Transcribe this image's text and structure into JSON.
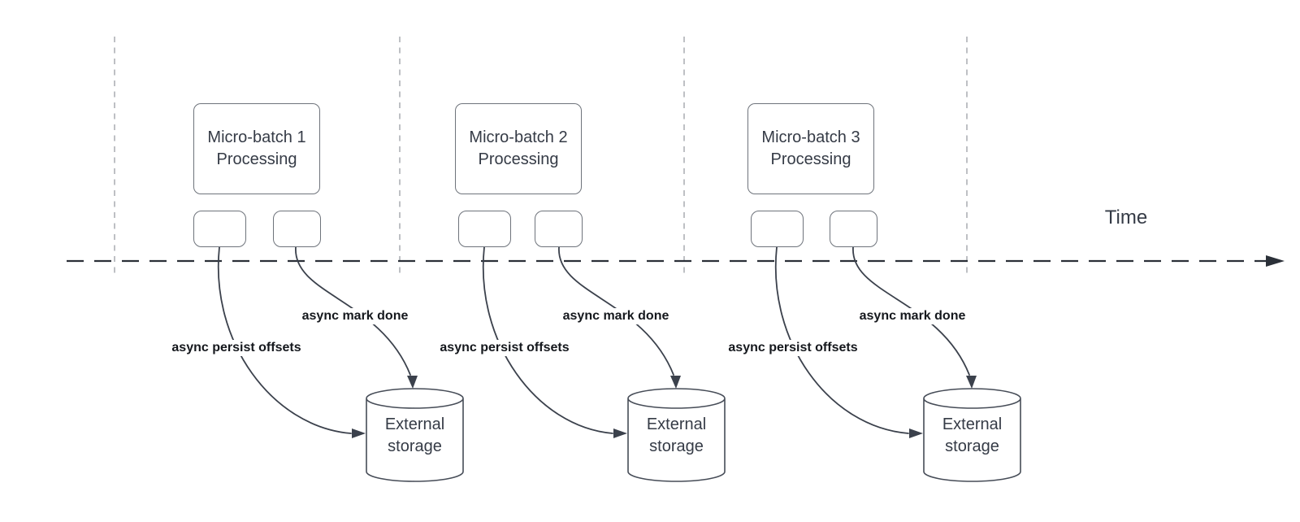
{
  "diagram": {
    "time_label": "Time",
    "colors": {
      "curve": "#3b414c",
      "timeline": "#2b3038",
      "guide": "#a8abb1",
      "box_border": "#6e737b",
      "box_text": "#353b46",
      "label_text": "#15181d",
      "cylinder_border": "#464c57"
    }
  },
  "groups": [
    {
      "title": "Micro-batch 1\nProcessing",
      "persist_label": "async persist offsets",
      "done_label": "async mark done",
      "storage_label": "External\nstorage"
    },
    {
      "title": "Micro-batch 2\nProcessing",
      "persist_label": "async persist offsets",
      "done_label": "async mark done",
      "storage_label": "External\nstorage"
    },
    {
      "title": "Micro-batch 3\nProcessing",
      "persist_label": "async persist offsets",
      "done_label": "async mark done",
      "storage_label": "External\nstorage"
    }
  ]
}
